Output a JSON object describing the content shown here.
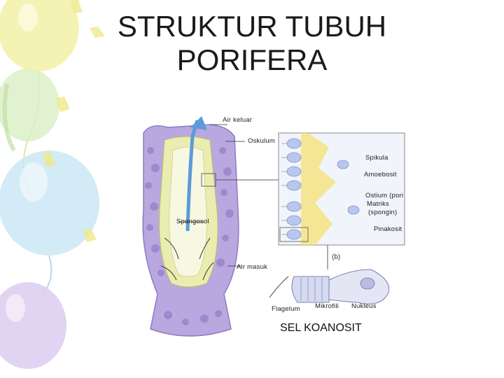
{
  "slide": {
    "title_line1": "STRUKTUR TUBUH",
    "title_line2": "PORIFERA",
    "subtitle": "SEL KOANOSIT"
  },
  "labels": {
    "air_keluar": "Air keluar",
    "oskulum": "Oskulum",
    "spikula": "Spikula",
    "amoebosit": "Amoebosit",
    "ostium": "Ostium (pori",
    "matriks": "Matriks",
    "spongin": "(spongin)",
    "spongosol": "Spongosol",
    "pinakosit": "Pinakosit",
    "air_masuk": "Air masuk",
    "flagelum": "Flagelum",
    "mikrofili": "Mikrofili",
    "nukleus": "Nukleus",
    "panel_b": "(b)"
  },
  "colors": {
    "balloon_yellow": "#f3f1a6",
    "balloon_green": "#cfe9b8",
    "balloon_blue": "#bfe0f2",
    "balloon_purple": "#d7c8ef",
    "sponge_purple": "#9b86cc",
    "sponge_wall": "#e9edb0",
    "cell_blue": "#b9c7ee",
    "matrix_yellow": "#f4e27a"
  }
}
